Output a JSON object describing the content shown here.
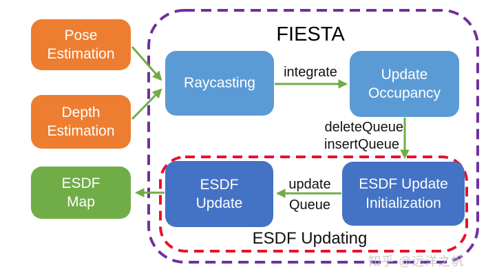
{
  "title": "FIESTA",
  "group_label": "ESDF Updating",
  "watermark": "知乎 @远洋之帆",
  "nodes": {
    "pose_estimation": "Pose\nEstimation",
    "depth_estimation": "Depth\nEstimation",
    "raycasting": "Raycasting",
    "update_occupancy": "Update\nOccupancy",
    "esdf_map": "ESDF\nMap",
    "esdf_update": "ESDF\nUpdate",
    "esdf_update_initialization": "ESDF Update\nInitialization"
  },
  "edge_labels": {
    "integrate": "integrate",
    "delete_queue": "deleteQueue",
    "insert_queue": "insertQueue",
    "update": "update",
    "queue": "Queue"
  },
  "colors": {
    "input_orange": "#ED7D31",
    "process_light_blue": "#5B9BD5",
    "esdf_dark_blue": "#4472C4",
    "output_green": "#70AD47",
    "arrow_green": "#70AD47",
    "fiesta_border_purple": "#7030A0",
    "esdf_updating_border_red": "#E8112D",
    "watermark_gray": "#BFBFBF"
  }
}
